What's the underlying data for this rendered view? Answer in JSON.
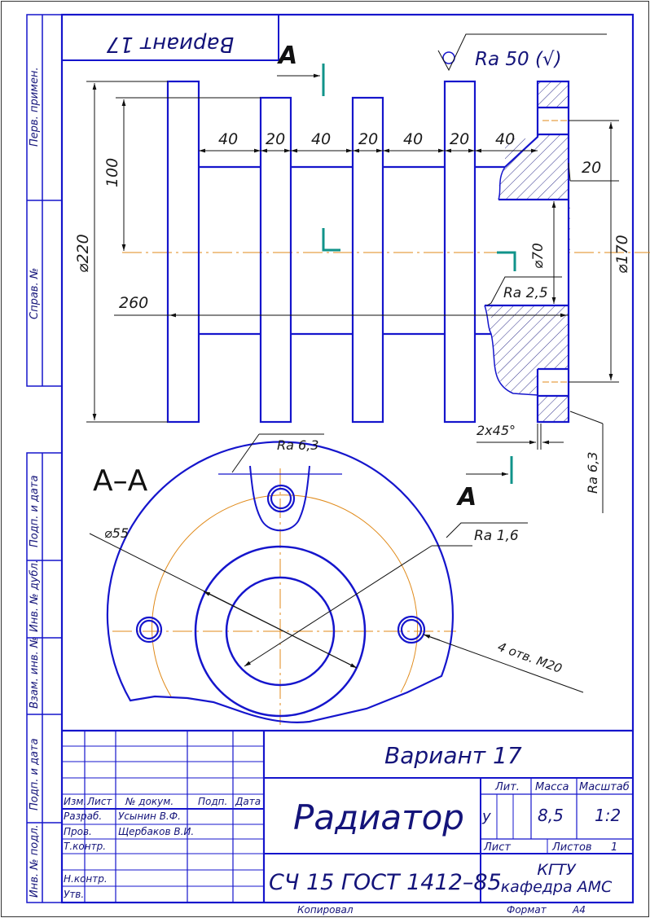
{
  "stamp_top": {
    "variant_mirrored": "Вариант 17"
  },
  "section_mark": {
    "letter_top": "А",
    "letter_bottom": "А",
    "view_title": "А–А"
  },
  "roughness": {
    "general": "Ra 50 (√)",
    "bore": "Ra 2,5",
    "boss_top": "Ra 6,3",
    "flange_face": "Ra 6,3",
    "hole": "Ra 1,6"
  },
  "dimensions": {
    "gap1": "40",
    "fin1": "20",
    "gap2": "40",
    "fin2": "20",
    "gap3": "40",
    "fin3": "20",
    "gap4": "40",
    "flange_step": "20",
    "dia_outer": "⌀220",
    "height_100": "100",
    "length_260": "260",
    "dia_bore": "⌀70",
    "dia_flange": "⌀170",
    "chamfer": "2x45°",
    "pcd": "⌀55",
    "holes": "4 отв. М20"
  },
  "side_stamp": {
    "perv_primen": "Перв. примен.",
    "sprav_no": "Справ. №",
    "podp_data_1": "Подп. и дата",
    "inv_dubl": "Инв. № дубл.",
    "vzam_inv": "Взам. инв. №",
    "podp_data_2": "Подп. и дата",
    "inv_podl": "Инв. № подл."
  },
  "title_block": {
    "variant": "Вариант 17",
    "name": "Радиатор",
    "material": "СЧ 15 ГОСТ 1412–85",
    "org_line1": "КГТУ",
    "org_line2": "кафедра АМС",
    "headers": {
      "izm": "Изм.",
      "list": "Лист",
      "doc": "№ докум.",
      "podp": "Подп.",
      "data": "Дата"
    },
    "roles": {
      "razrab": "Разраб.",
      "prov": "Пров.",
      "tkontr": "Т.контр.",
      "nkontr": "Н.контр.",
      "utv": "Утв."
    },
    "names": {
      "razrab": "Усынин В.Ф.",
      "prov": "Щербаков В.И."
    },
    "lit_label": "Лит.",
    "lit_value": "у",
    "mass_label": "Масса",
    "mass_value": "8,5",
    "scale_label": "Масштаб",
    "scale_value": "1:2",
    "sheet_label": "Лист",
    "sheets_label": "Листов",
    "sheets_value": "1",
    "copied": "Копировал",
    "format_label": "Формат",
    "format_value": "А4"
  }
}
